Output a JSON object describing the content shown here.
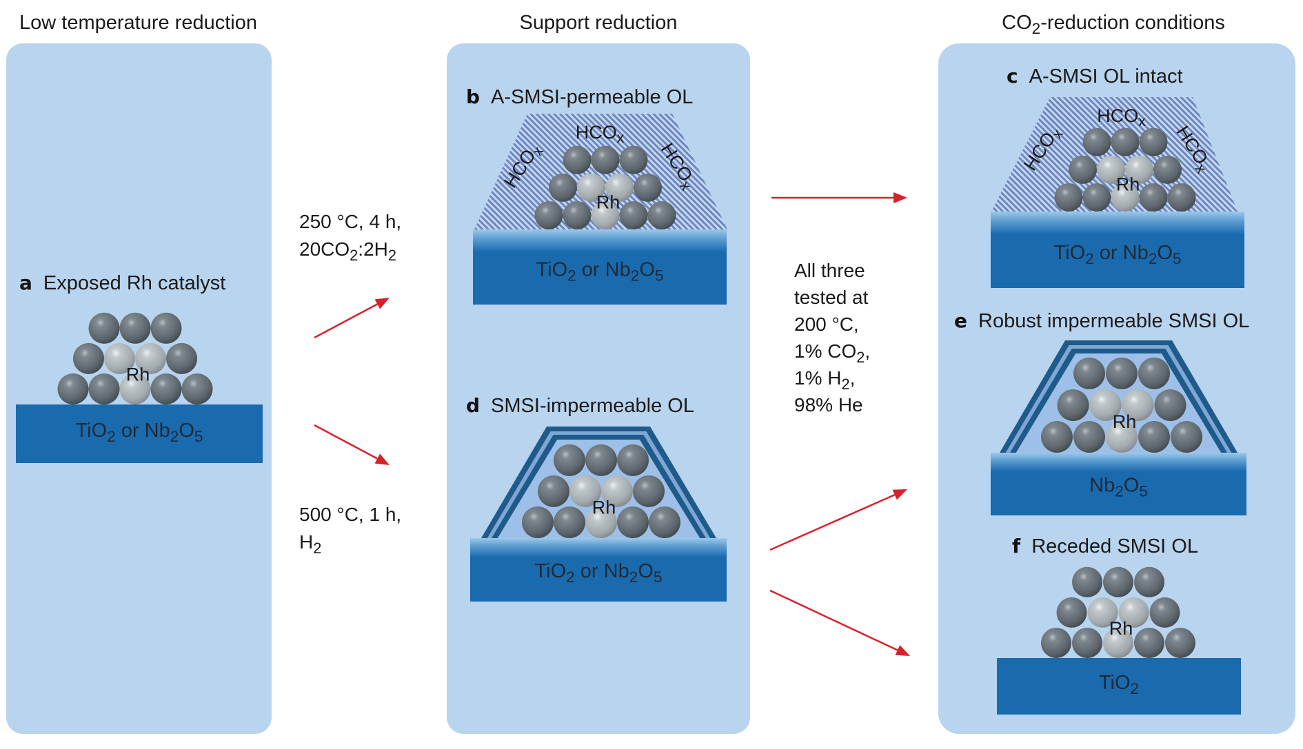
{
  "colors": {
    "panel_bg": "#b9d4ee",
    "substrate": "#1a6aae",
    "substrate_top": "#8fc0e6",
    "arrow": "#d8202c",
    "hatch_dark": "#6e86bd",
    "hatch_light": "#c4d8f2",
    "overlayer_dark": "#1e5a8a",
    "overlayer_light": "#7fa7d5",
    "overlayer_fill": "#9ec0e8",
    "sphere_dark": "#5e686e",
    "sphere_light": "#a9b1b6"
  },
  "column_titles": [
    {
      "text": "Low temperature reduction"
    },
    {
      "text": "Support reduction"
    },
    {
      "text_parts": [
        {
          "t": "CO"
        },
        {
          "t": "2",
          "sub": true
        },
        {
          "t": "-reduction conditions"
        }
      ]
    }
  ],
  "panels": [
    {
      "id": "a",
      "letter": "a",
      "heading": "Exposed Rh catalyst",
      "particle_label": "Rh",
      "overlayer": "none",
      "substrate_parts": [
        {
          "t": "TiO"
        },
        {
          "t": "2",
          "sub": true
        },
        {
          "t": " or Nb"
        },
        {
          "t": "2",
          "sub": true
        },
        {
          "t": "O"
        },
        {
          "t": "5",
          "sub": true
        }
      ]
    },
    {
      "id": "b",
      "letter": "b",
      "heading": "A-SMSI-permeable OL",
      "particle_label": "Rh",
      "overlayer": "hatched",
      "adsorbate_labels": [
        {
          "parts": [
            {
              "t": "HCO"
            },
            {
              "t": "x",
              "sub": true
            }
          ],
          "pos": "top"
        },
        {
          "parts": [
            {
              "t": "HCO"
            },
            {
              "t": "x",
              "sub": true
            }
          ],
          "pos": "left"
        },
        {
          "parts": [
            {
              "t": "HCO"
            },
            {
              "t": "x",
              "sub": true
            }
          ],
          "pos": "right"
        }
      ],
      "substrate_parts": [
        {
          "t": "TiO"
        },
        {
          "t": "2",
          "sub": true
        },
        {
          "t": " or Nb"
        },
        {
          "t": "2",
          "sub": true
        },
        {
          "t": "O"
        },
        {
          "t": "5",
          "sub": true
        }
      ]
    },
    {
      "id": "d",
      "letter": "d",
      "heading": "SMSI-impermeable OL",
      "particle_label": "Rh",
      "overlayer": "double-shell",
      "substrate_parts": [
        {
          "t": "TiO"
        },
        {
          "t": "2",
          "sub": true
        },
        {
          "t": " or Nb"
        },
        {
          "t": "2",
          "sub": true
        },
        {
          "t": "O"
        },
        {
          "t": "5",
          "sub": true
        }
      ]
    },
    {
      "id": "c",
      "letter": "c",
      "heading": "A-SMSI OL intact",
      "particle_label": "Rh",
      "overlayer": "hatched",
      "adsorbate_labels": [
        {
          "parts": [
            {
              "t": "HCO"
            },
            {
              "t": "x",
              "sub": true
            }
          ],
          "pos": "top"
        },
        {
          "parts": [
            {
              "t": "HCO"
            },
            {
              "t": "x",
              "sub": true
            }
          ],
          "pos": "left"
        },
        {
          "parts": [
            {
              "t": "HCO"
            },
            {
              "t": "x",
              "sub": true
            }
          ],
          "pos": "right"
        }
      ],
      "substrate_parts": [
        {
          "t": "TiO"
        },
        {
          "t": "2",
          "sub": true
        },
        {
          "t": " or Nb"
        },
        {
          "t": "2",
          "sub": true
        },
        {
          "t": "O"
        },
        {
          "t": "5",
          "sub": true
        }
      ]
    },
    {
      "id": "e",
      "letter": "e",
      "heading": "Robust impermeable SMSI OL",
      "particle_label": "Rh",
      "overlayer": "double-shell",
      "substrate_parts": [
        {
          "t": "Nb"
        },
        {
          "t": "2",
          "sub": true
        },
        {
          "t": "O"
        },
        {
          "t": "5",
          "sub": true
        }
      ]
    },
    {
      "id": "f",
      "letter": "f",
      "heading": "Receded SMSI OL",
      "particle_label": "Rh",
      "overlayer": "none",
      "substrate_parts": [
        {
          "t": "TiO"
        },
        {
          "t": "2",
          "sub": true
        }
      ]
    }
  ],
  "treatments": [
    {
      "id": "low-temp",
      "lines": [
        [
          {
            "t": "250 °C, 4 h,"
          }
        ],
        [
          {
            "t": "20CO"
          },
          {
            "t": "2",
            "sub": true
          },
          {
            "t": ":2H"
          },
          {
            "t": "2",
            "sub": true
          }
        ]
      ]
    },
    {
      "id": "high-temp",
      "lines": [
        [
          {
            "t": "500 °C, 1 h,"
          }
        ],
        [
          {
            "t": "H"
          },
          {
            "t": "2",
            "sub": true
          }
        ]
      ]
    }
  ],
  "test_conditions": {
    "lines": [
      [
        {
          "t": "All three"
        }
      ],
      [
        {
          "t": "tested at"
        }
      ],
      [
        {
          "t": "200 °C,"
        }
      ],
      [
        {
          "t": "1% CO"
        },
        {
          "t": "2",
          "sub": true
        },
        {
          "t": ","
        }
      ],
      [
        {
          "t": "1% H"
        },
        {
          "t": "2",
          "sub": true
        },
        {
          "t": ","
        }
      ],
      [
        {
          "t": "98% He"
        }
      ]
    ]
  },
  "arrows": [
    {
      "from": "a",
      "to": "b"
    },
    {
      "from": "a",
      "to": "d"
    },
    {
      "from": "b",
      "to": "c"
    },
    {
      "from": "d",
      "to": "e"
    },
    {
      "from": "d",
      "to": "f"
    }
  ]
}
